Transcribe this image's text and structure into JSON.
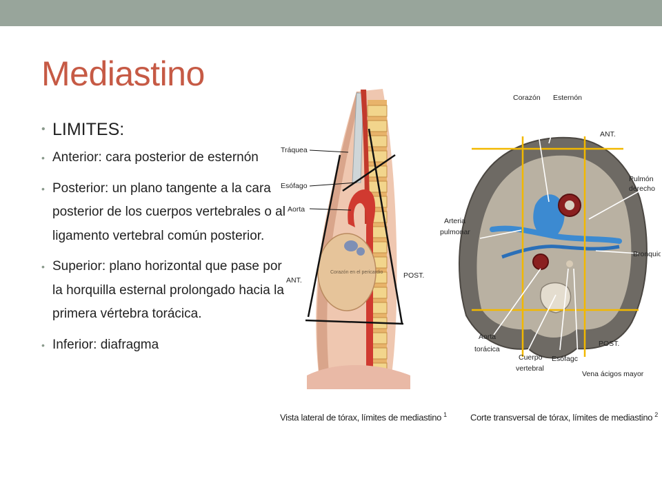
{
  "slide": {
    "title": "Mediastino",
    "colors": {
      "topbar": "#98a59b",
      "title": "#c65a45",
      "bullet": "#8a9a8c",
      "text": "#222222"
    },
    "bullets": [
      "LIMITES:",
      "Anterior: cara posterior de esternón",
      "Posterior: un plano tangente a la cara posterior de los cuerpos vertebrales o al ligamento vertebral común posterior.",
      "Superior: plano horizontal que pase por la horquilla esternal prolongado hacia la primera vértebra torácica.",
      "Inferior: diafragma"
    ]
  },
  "figure_lateral": {
    "labels": {
      "traquea": "Tráquea",
      "esofago": "Esófago",
      "aorta": "Aorta",
      "ant": "ANT.",
      "post": "POST.",
      "corazon": "Corazón en el pericardio"
    },
    "caption": "Vista lateral de tórax, límites de mediastino",
    "caption_ref": "1"
  },
  "figure_transversal": {
    "labels": {
      "corazon": "Corazón",
      "esternon": "Esternón",
      "ant": "ANT.",
      "pulmon": "Pulmón derecho",
      "arteria": "Arteria pulmonar",
      "bronquio": "Bronquio",
      "aorta": "Aorta torácica",
      "cuerpo": "Cuerpo vertebral",
      "esofago": "Esófagc",
      "vena": "Vena ácigos mayor",
      "post": "POST."
    },
    "caption": "Corte transversal de tórax, límites de mediastino",
    "caption_ref": "2"
  }
}
